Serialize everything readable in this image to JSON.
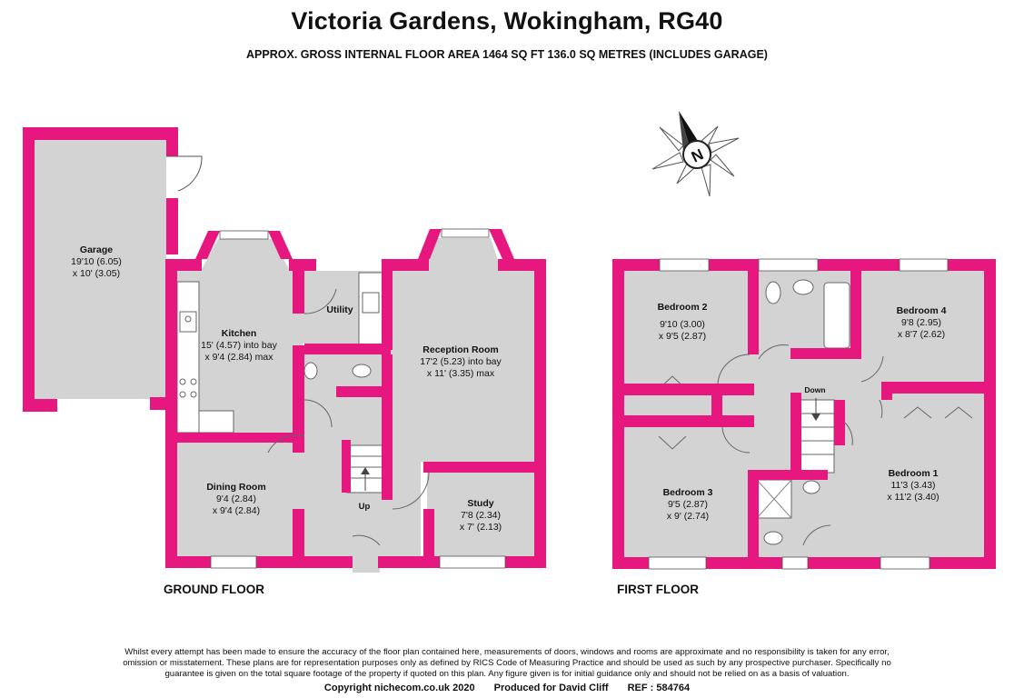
{
  "header": {
    "title": "Victoria Gardens, Wokingham, RG40",
    "subtitle": "APPROX. GROSS INTERNAL FLOOR AREA 1464 SQ FT 136.0 SQ METRES (INCLUDES GARAGE)"
  },
  "compass": {
    "letter": "N"
  },
  "ground_floor": {
    "label": "GROUND FLOOR",
    "rooms": {
      "garage": {
        "name": "Garage",
        "dim1": "19'10 (6.05)",
        "dim2": "x 10' (3.05)"
      },
      "kitchen": {
        "name": "Kitchen",
        "dim1": "15' (4.57) into bay",
        "dim2": "x 9'4 (2.84) max"
      },
      "utility": {
        "name": "Utility"
      },
      "reception": {
        "name": "Reception Room",
        "dim1": "17'2 (5.23) into bay",
        "dim2": "x 11' (3.35) max"
      },
      "dining": {
        "name": "Dining Room",
        "dim1": "9'4 (2.84)",
        "dim2": "x 9'4 (2.84)"
      },
      "study": {
        "name": "Study",
        "dim1": "7'8 (2.34)",
        "dim2": "x 7' (2.13)"
      }
    },
    "stairs_label": "Up"
  },
  "first_floor": {
    "label": "FIRST FLOOR",
    "rooms": {
      "bedroom2": {
        "name": "Bedroom 2",
        "dim1": "9'10 (3.00)",
        "dim2": "x 9'5 (2.87)"
      },
      "bedroom4": {
        "name": "Bedroom 4",
        "dim1": "9'8 (2.95)",
        "dim2": "x 8'7 (2.62)"
      },
      "bedroom3": {
        "name": "Bedroom 3",
        "dim1": "9'5 (2.87)",
        "dim2": "x 9' (2.74)"
      },
      "bedroom1": {
        "name": "Bedroom 1",
        "dim1": "11'3 (3.43)",
        "dim2": "x 11'2 (3.40)"
      }
    },
    "stairs_label": "Down"
  },
  "footer": {
    "disclaimer": "Whilst every attempt has been made to ensure the accuracy of the floor plan contained here, measurements of doors, windows and rooms are approximate and no responsibility is taken for any error, omission or misstatement. These plans are for representation purposes only as defined by RICS Code of Measuring Practice and should be used as such by any prospective purchaser. Specifically no guarantee is given on the total square footage of the property if quoted on this plan. Any figure given is for initial guidance only and should not be relied on as a basis of valuation.",
    "copyright": "Copyright nichecom.co.uk 2020",
    "produced_for": "Produced for David Cliff",
    "ref": "REF : 584764"
  },
  "colors": {
    "wall": "#e6187f",
    "room_fill": "#d3d3d3",
    "window": "#ffffff",
    "outline": "#555555"
  }
}
